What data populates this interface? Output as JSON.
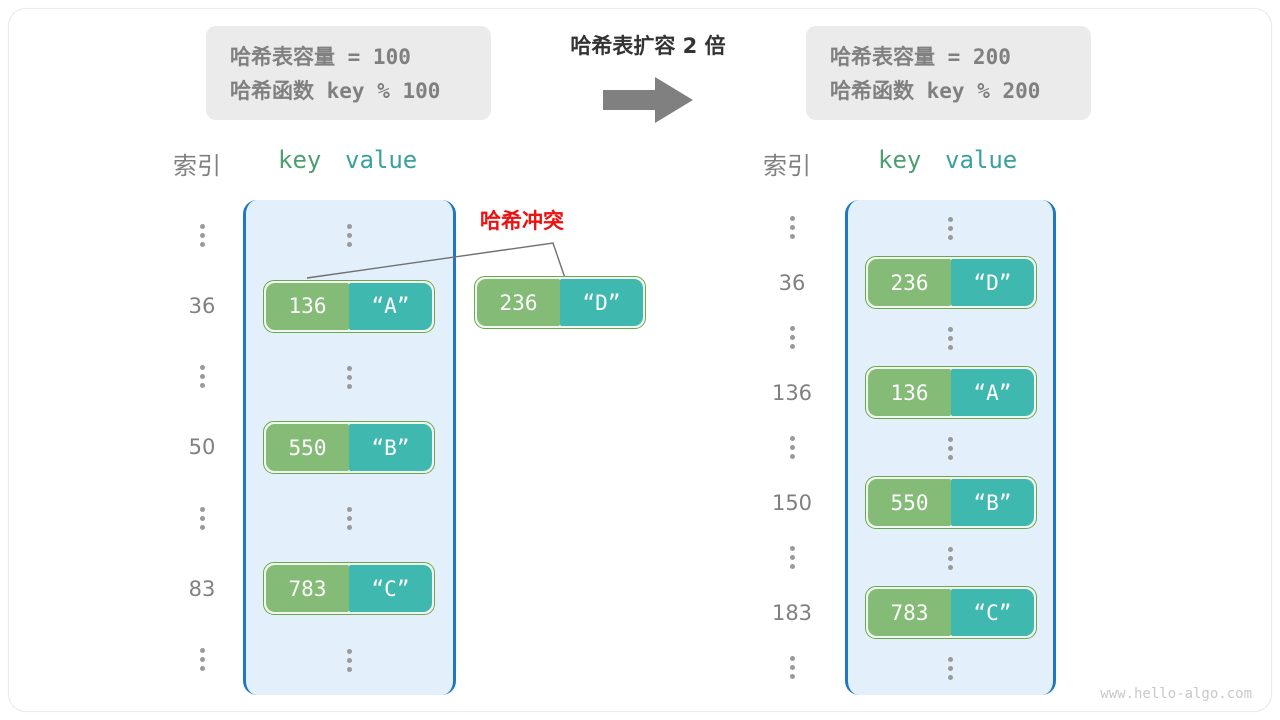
{
  "diagram": {
    "title_center": "哈希表扩容 2 倍",
    "watermark": "www.hello-algo.com",
    "collision_label": "哈希冲突",
    "arrow_icon": "right-arrow-icon"
  },
  "info_left": {
    "line1": "哈希表容量 = 100",
    "line2": "哈希函数 key % 100"
  },
  "info_right": {
    "line1": "哈希表容量 = 200",
    "line2": "哈希函数 key % 200"
  },
  "headers": {
    "index": "索引",
    "key": "key",
    "value": "value"
  },
  "colors": {
    "key_fill": "#84bb76",
    "value_fill": "#3fb8b0",
    "pair_border": "#6aa84f",
    "table_fill": "#e3f0fb",
    "table_border": "#1f78c1",
    "collision_red": "#ee1111",
    "info_box_bg": "#ebebeb",
    "muted_text": "#808080"
  },
  "left_table": {
    "indices": [
      "⋮",
      "36",
      "⋮",
      "50",
      "⋮",
      "83",
      "⋮"
    ],
    "entries": [
      {
        "key": "136",
        "value": "“A”"
      },
      {
        "key": "550",
        "value": "“B”"
      },
      {
        "key": "783",
        "value": "“C”"
      }
    ]
  },
  "collision_entry": {
    "key": "236",
    "value": "“D”"
  },
  "right_table": {
    "indices": [
      "⋮",
      "36",
      "⋮",
      "136",
      "⋮",
      "150",
      "⋮",
      "183",
      "⋮"
    ],
    "entries": [
      {
        "key": "236",
        "value": "“D”"
      },
      {
        "key": "136",
        "value": "“A”"
      },
      {
        "key": "550",
        "value": "“B”"
      },
      {
        "key": "783",
        "value": "“C”"
      }
    ]
  }
}
